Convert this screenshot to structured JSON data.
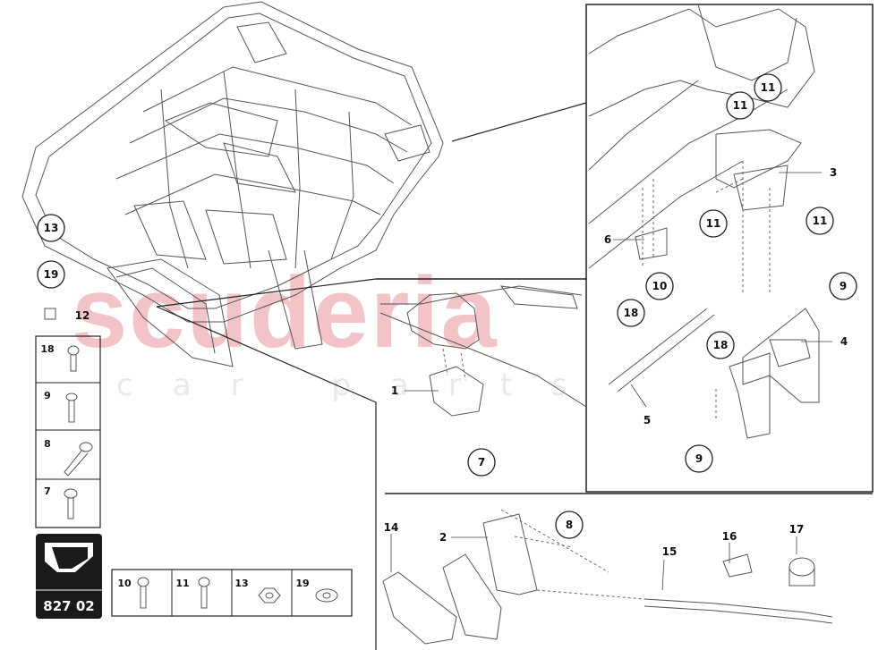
{
  "watermark": {
    "brand": "scuderia",
    "sub": "car parts"
  },
  "diagram_code": "827 02",
  "colors": {
    "watermark": "#f2c4c8",
    "line": "#222222",
    "dashed": "#555555",
    "badge": "#1a1a1a"
  },
  "callouts": [
    "1",
    "2",
    "3",
    "4",
    "5",
    "6",
    "7",
    "8",
    "9",
    "9",
    "10",
    "11",
    "11",
    "11",
    "11",
    "11",
    "12",
    "13",
    "14",
    "15",
    "16",
    "17",
    "18",
    "18",
    "19"
  ],
  "legend_left": [
    "18",
    "9",
    "8",
    "7"
  ],
  "legend_bottom": [
    "10",
    "11",
    "13",
    "19"
  ]
}
